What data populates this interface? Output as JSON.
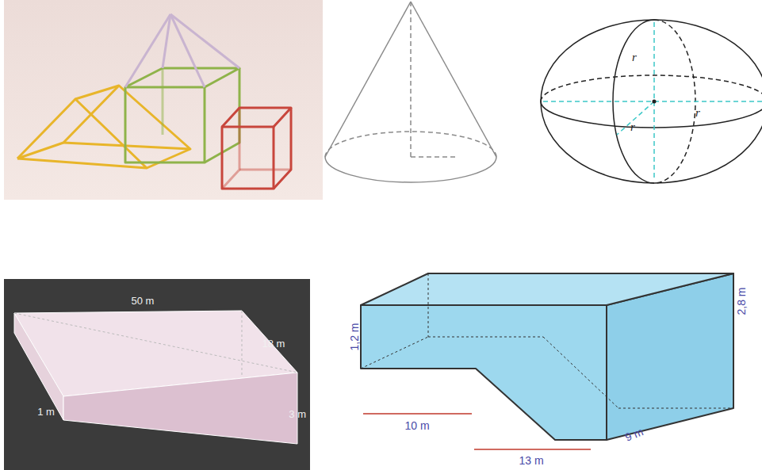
{
  "diagram": {
    "labels": [
      "r",
      "r",
      "r",
      "50 m",
      "18 m",
      "1 m",
      "3 m",
      "1,2 m",
      "2,8 m",
      "10 m",
      "13 m",
      "9 m"
    ]
  }
}
